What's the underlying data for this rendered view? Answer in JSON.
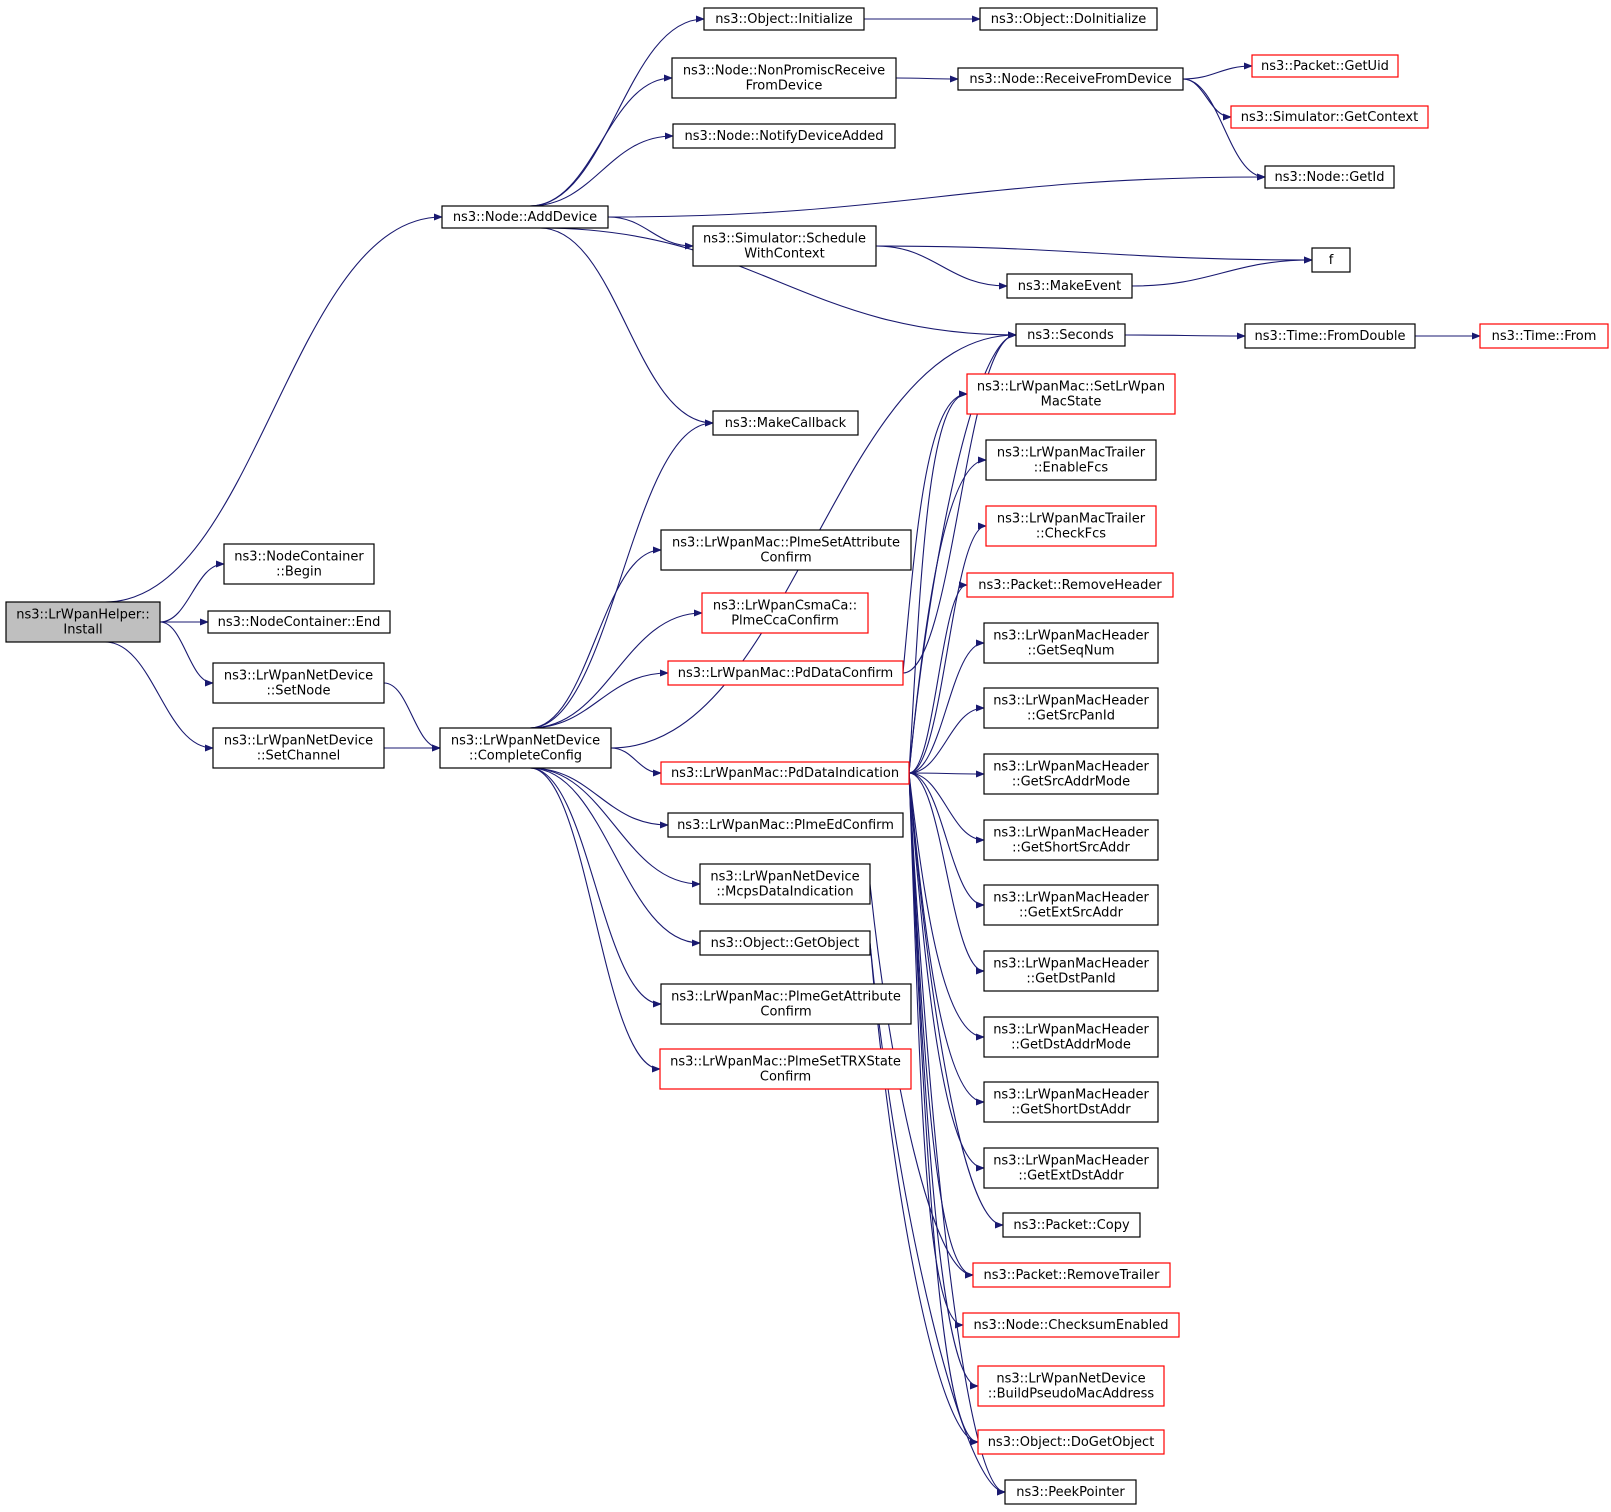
{
  "colors": {
    "edge": "#191970",
    "node_border": "#000000",
    "node_border_link_missing": "#ff0000",
    "root_fill": "#bfbfbf",
    "node_fill": "#ffffff"
  },
  "nodes": [
    {
      "id": "install",
      "lines": [
        "ns3::LrWpanHelper::",
        "Install"
      ],
      "style": "root"
    },
    {
      "id": "addDevice",
      "lines": [
        "ns3::Node::AddDevice"
      ],
      "style": "normal"
    },
    {
      "id": "ncBegin",
      "lines": [
        "ns3::NodeContainer",
        "::Begin"
      ],
      "style": "normal"
    },
    {
      "id": "ncEnd",
      "lines": [
        "ns3::NodeContainer::End"
      ],
      "style": "normal"
    },
    {
      "id": "setNode",
      "lines": [
        "ns3::LrWpanNetDevice",
        "::SetNode"
      ],
      "style": "normal"
    },
    {
      "id": "setChannel",
      "lines": [
        "ns3::LrWpanNetDevice",
        "::SetChannel"
      ],
      "style": "normal"
    },
    {
      "id": "completeConfig",
      "lines": [
        "ns3::LrWpanNetDevice",
        "::CompleteConfig"
      ],
      "style": "normal"
    },
    {
      "id": "objInit",
      "lines": [
        "ns3::Object::Initialize"
      ],
      "style": "normal"
    },
    {
      "id": "objDoInit",
      "lines": [
        "ns3::Object::DoInitialize"
      ],
      "style": "normal"
    },
    {
      "id": "nonPromisc",
      "lines": [
        "ns3::Node::NonPromiscReceive",
        "FromDevice"
      ],
      "style": "normal"
    },
    {
      "id": "recvFromDev",
      "lines": [
        "ns3::Node::ReceiveFromDevice"
      ],
      "style": "normal"
    },
    {
      "id": "pktGetUid",
      "lines": [
        "ns3::Packet::GetUid"
      ],
      "style": "red"
    },
    {
      "id": "simGetCtx",
      "lines": [
        "ns3::Simulator::GetContext"
      ],
      "style": "red"
    },
    {
      "id": "notifyAdded",
      "lines": [
        "ns3::Node::NotifyDeviceAdded"
      ],
      "style": "normal"
    },
    {
      "id": "nodeGetId",
      "lines": [
        "ns3::Node::GetId"
      ],
      "style": "normal"
    },
    {
      "id": "schedCtx",
      "lines": [
        "ns3::Simulator::Schedule",
        "WithContext"
      ],
      "style": "normal"
    },
    {
      "id": "f",
      "lines": [
        "f"
      ],
      "style": "normal"
    },
    {
      "id": "makeEvent",
      "lines": [
        "ns3::MakeEvent"
      ],
      "style": "normal"
    },
    {
      "id": "seconds",
      "lines": [
        "ns3::Seconds"
      ],
      "style": "normal"
    },
    {
      "id": "fromDouble",
      "lines": [
        "ns3::Time::FromDouble"
      ],
      "style": "normal"
    },
    {
      "id": "timeFrom",
      "lines": [
        "ns3::Time::From"
      ],
      "style": "red"
    },
    {
      "id": "makeCallback",
      "lines": [
        "ns3::MakeCallback"
      ],
      "style": "normal"
    },
    {
      "id": "setMacState",
      "lines": [
        "ns3::LrWpanMac::SetLrWpan",
        "MacState"
      ],
      "style": "red"
    },
    {
      "id": "enableFcs",
      "lines": [
        "ns3::LrWpanMacTrailer",
        "::EnableFcs"
      ],
      "style": "normal"
    },
    {
      "id": "checkFcs",
      "lines": [
        "ns3::LrWpanMacTrailer",
        "::CheckFcs"
      ],
      "style": "red"
    },
    {
      "id": "removeHeader",
      "lines": [
        "ns3::Packet::RemoveHeader"
      ],
      "style": "red"
    },
    {
      "id": "plmeSetAttr",
      "lines": [
        "ns3::LrWpanMac::PlmeSetAttribute",
        "Confirm"
      ],
      "style": "normal"
    },
    {
      "id": "plmeCca",
      "lines": [
        "ns3::LrWpanCsmaCa::",
        "PlmeCcaConfirm"
      ],
      "style": "red"
    },
    {
      "id": "pdDataConfirm",
      "lines": [
        "ns3::LrWpanMac::PdDataConfirm"
      ],
      "style": "red"
    },
    {
      "id": "getSeqNum",
      "lines": [
        "ns3::LrWpanMacHeader",
        "::GetSeqNum"
      ],
      "style": "normal"
    },
    {
      "id": "getSrcPanId",
      "lines": [
        "ns3::LrWpanMacHeader",
        "::GetSrcPanId"
      ],
      "style": "normal"
    },
    {
      "id": "pdDataInd",
      "lines": [
        "ns3::LrWpanMac::PdDataIndication"
      ],
      "style": "red"
    },
    {
      "id": "getSrcAddrMode",
      "lines": [
        "ns3::LrWpanMacHeader",
        "::GetSrcAddrMode"
      ],
      "style": "normal"
    },
    {
      "id": "plmeEd",
      "lines": [
        "ns3::LrWpanMac::PlmeEdConfirm"
      ],
      "style": "normal"
    },
    {
      "id": "getShortSrc",
      "lines": [
        "ns3::LrWpanMacHeader",
        "::GetShortSrcAddr"
      ],
      "style": "normal"
    },
    {
      "id": "mcpsDataInd",
      "lines": [
        "ns3::LrWpanNetDevice",
        "::McpsDataIndication"
      ],
      "style": "normal"
    },
    {
      "id": "getExtSrc",
      "lines": [
        "ns3::LrWpanMacHeader",
        "::GetExtSrcAddr"
      ],
      "style": "normal"
    },
    {
      "id": "getObject",
      "lines": [
        "ns3::Object::GetObject"
      ],
      "style": "normal"
    },
    {
      "id": "getDstPanId",
      "lines": [
        "ns3::LrWpanMacHeader",
        "::GetDstPanId"
      ],
      "style": "normal"
    },
    {
      "id": "plmeGetAttr",
      "lines": [
        "ns3::LrWpanMac::PlmeGetAttribute",
        "Confirm"
      ],
      "style": "normal"
    },
    {
      "id": "getDstAddrMode",
      "lines": [
        "ns3::LrWpanMacHeader",
        "::GetDstAddrMode"
      ],
      "style": "normal"
    },
    {
      "id": "plmeSetTrx",
      "lines": [
        "ns3::LrWpanMac::PlmeSetTRXState",
        "Confirm"
      ],
      "style": "red"
    },
    {
      "id": "getShortDst",
      "lines": [
        "ns3::LrWpanMacHeader",
        "::GetShortDstAddr"
      ],
      "style": "normal"
    },
    {
      "id": "getExtDst",
      "lines": [
        "ns3::LrWpanMacHeader",
        "::GetExtDstAddr"
      ],
      "style": "normal"
    },
    {
      "id": "pktCopy",
      "lines": [
        "ns3::Packet::Copy"
      ],
      "style": "normal"
    },
    {
      "id": "removeTrailer",
      "lines": [
        "ns3::Packet::RemoveTrailer"
      ],
      "style": "red"
    },
    {
      "id": "checksumEn",
      "lines": [
        "ns3::Node::ChecksumEnabled"
      ],
      "style": "red"
    },
    {
      "id": "buildPseudo",
      "lines": [
        "ns3::LrWpanNetDevice",
        "::BuildPseudoMacAddress"
      ],
      "style": "red"
    },
    {
      "id": "doGetObject",
      "lines": [
        "ns3::Object::DoGetObject"
      ],
      "style": "red"
    },
    {
      "id": "peekPointer",
      "lines": [
        "ns3::PeekPointer"
      ],
      "style": "normal"
    }
  ],
  "edges": [
    [
      "install",
      "addDevice"
    ],
    [
      "install",
      "ncBegin"
    ],
    [
      "install",
      "ncEnd"
    ],
    [
      "install",
      "setNode"
    ],
    [
      "install",
      "setChannel"
    ],
    [
      "setNode",
      "completeConfig"
    ],
    [
      "setChannel",
      "completeConfig"
    ],
    [
      "addDevice",
      "objInit"
    ],
    [
      "addDevice",
      "nonPromisc"
    ],
    [
      "addDevice",
      "notifyAdded"
    ],
    [
      "addDevice",
      "nodeGetId"
    ],
    [
      "addDevice",
      "schedCtx"
    ],
    [
      "addDevice",
      "seconds"
    ],
    [
      "addDevice",
      "makeCallback"
    ],
    [
      "objInit",
      "objDoInit"
    ],
    [
      "nonPromisc",
      "recvFromDev"
    ],
    [
      "recvFromDev",
      "pktGetUid"
    ],
    [
      "recvFromDev",
      "simGetCtx"
    ],
    [
      "recvFromDev",
      "nodeGetId"
    ],
    [
      "schedCtx",
      "f"
    ],
    [
      "schedCtx",
      "makeEvent"
    ],
    [
      "makeEvent",
      "f"
    ],
    [
      "seconds",
      "fromDouble"
    ],
    [
      "fromDouble",
      "timeFrom"
    ],
    [
      "completeConfig",
      "makeCallback"
    ],
    [
      "completeConfig",
      "plmeSetAttr"
    ],
    [
      "completeConfig",
      "plmeCca"
    ],
    [
      "completeConfig",
      "pdDataConfirm"
    ],
    [
      "completeConfig",
      "seconds"
    ],
    [
      "completeConfig",
      "pdDataInd"
    ],
    [
      "completeConfig",
      "plmeEd"
    ],
    [
      "completeConfig",
      "mcpsDataInd"
    ],
    [
      "completeConfig",
      "getObject"
    ],
    [
      "completeConfig",
      "plmeGetAttr"
    ],
    [
      "completeConfig",
      "plmeSetTrx"
    ],
    [
      "pdDataConfirm",
      "seconds"
    ],
    [
      "pdDataConfirm",
      "setMacState"
    ],
    [
      "pdDataInd",
      "seconds"
    ],
    [
      "pdDataInd",
      "setMacState"
    ],
    [
      "pdDataInd",
      "enableFcs"
    ],
    [
      "pdDataInd",
      "checkFcs"
    ],
    [
      "pdDataInd",
      "removeHeader"
    ],
    [
      "pdDataInd",
      "getSeqNum"
    ],
    [
      "pdDataInd",
      "getSrcPanId"
    ],
    [
      "pdDataInd",
      "getSrcAddrMode"
    ],
    [
      "pdDataInd",
      "getShortSrc"
    ],
    [
      "pdDataInd",
      "getExtSrc"
    ],
    [
      "pdDataInd",
      "getDstPanId"
    ],
    [
      "pdDataInd",
      "getDstAddrMode"
    ],
    [
      "pdDataInd",
      "getShortDst"
    ],
    [
      "pdDataInd",
      "getExtDst"
    ],
    [
      "pdDataInd",
      "pktCopy"
    ],
    [
      "pdDataInd",
      "removeTrailer"
    ],
    [
      "pdDataInd",
      "checksumEn"
    ],
    [
      "pdDataInd",
      "buildPseudo"
    ],
    [
      "pdDataInd",
      "doGetObject"
    ],
    [
      "pdDataInd",
      "peekPointer"
    ],
    [
      "mcpsDataInd",
      "removeTrailer"
    ],
    [
      "getObject",
      "doGetObject"
    ],
    [
      "getObject",
      "peekPointer"
    ]
  ]
}
